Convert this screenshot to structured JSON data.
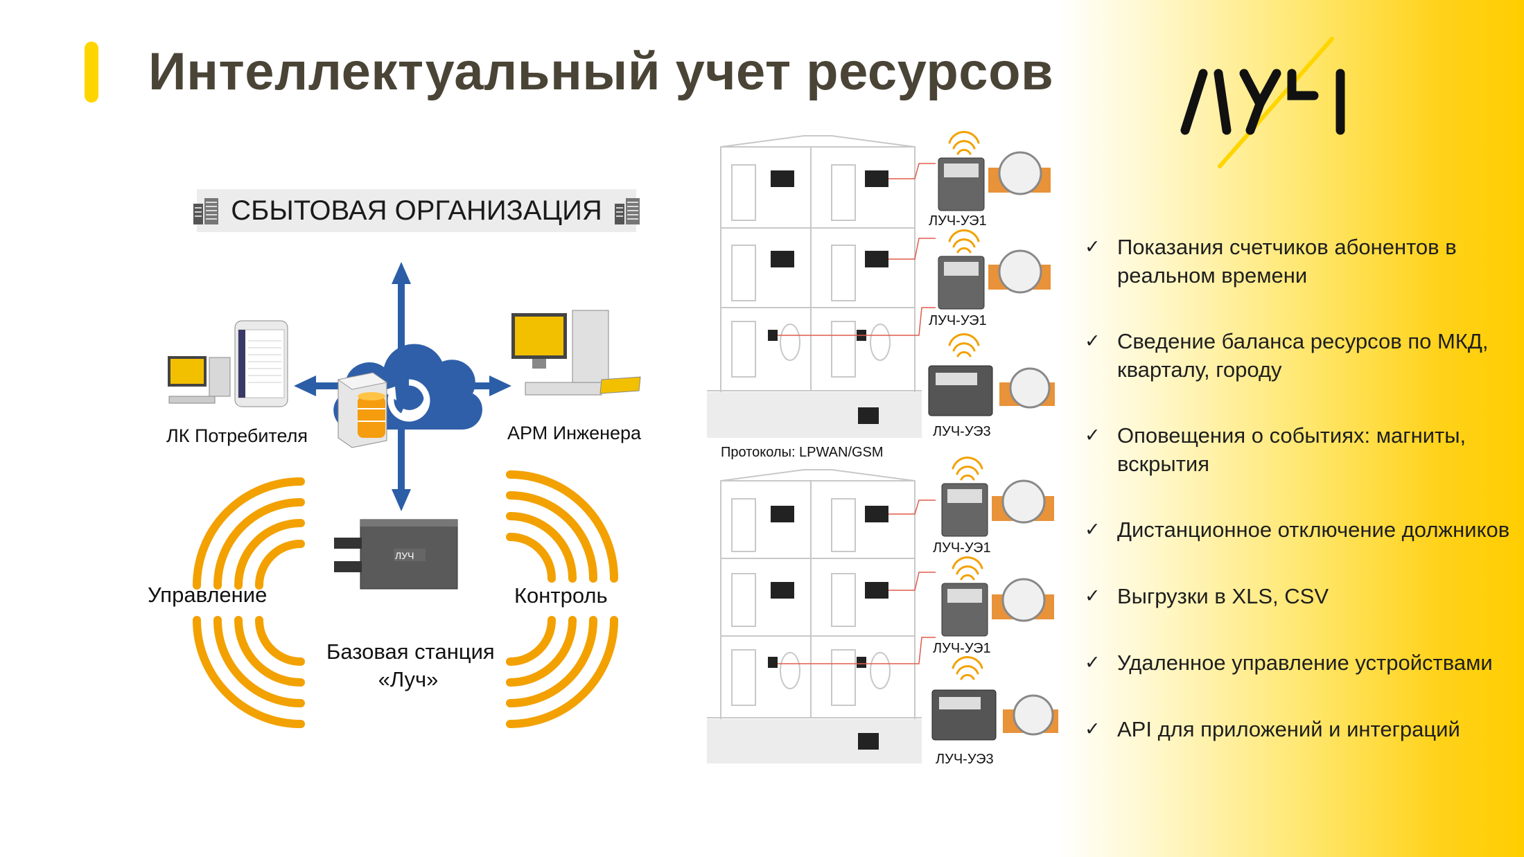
{
  "slide": {
    "title": "Интеллектуальный учет ресурсов",
    "logo_text": "ЛУЧ"
  },
  "diagram": {
    "org_banner": "СБЫТОВАЯ ОРГАНИЗАЦИЯ",
    "consumer_label": "ЛК Потребителя",
    "engineer_label": "АРМ Инженера",
    "control_label": "Управление",
    "monitor_label": "Контроль",
    "base_station_line1": "Базовая станция",
    "base_station_line2": "«Луч»",
    "device_logo": "ЛУЧ"
  },
  "buildings": {
    "protocols": "Протоколы: LPWAN/GSM",
    "top_meters": [
      "ЛУЧ-УЭ1",
      "ЛУЧ-УЭ1",
      "ЛУЧ-УЭ3"
    ],
    "bottom_meters": [
      "ЛУЧ-УЭ1",
      "ЛУЧ-УЭ1",
      "ЛУЧ-УЭ3"
    ]
  },
  "features": [
    "Показания счетчиков абонентов в реальном времени",
    "Сведение баланса ресурсов по МКД, кварталу, городу",
    "Оповещения о событиях: магниты, вскрытия",
    "Дистанционное отключение должников",
    "Выгрузки в XLS, CSV",
    "Удаленное управление устройствами",
    "API для приложений и интеграций"
  ],
  "colors": {
    "accent_yellow": "#ffd500",
    "title_color": "#4a4437",
    "arrow_blue": "#2b5ea7",
    "cloud_blue": "#2f5fa8",
    "signal_orange": "#f2a100"
  }
}
